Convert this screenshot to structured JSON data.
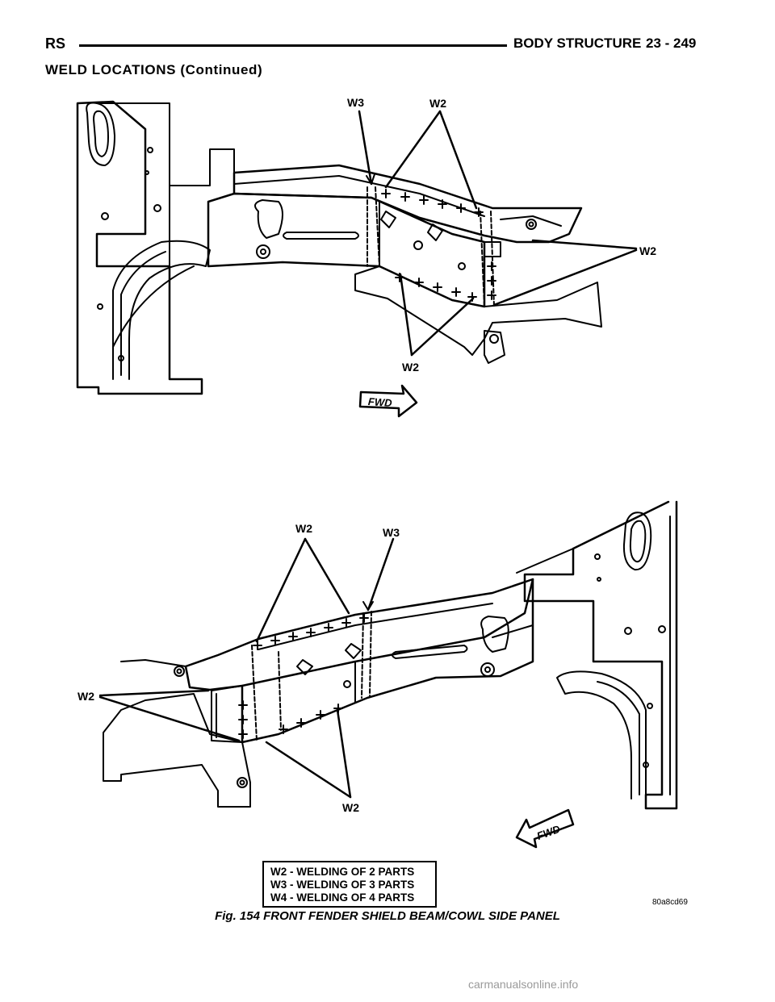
{
  "header": {
    "left": "RS",
    "section": "BODY STRUCTURE",
    "page": "23 - 249"
  },
  "subheading": "WELD LOCATIONS (Continued)",
  "figure1": {
    "labels": {
      "w3_top": "W3",
      "w2_top": "W2",
      "w2_right": "W2",
      "w2_bottom": "W2"
    },
    "fwd": "FWD"
  },
  "figure2": {
    "labels": {
      "w2_top": "W2",
      "w3_top": "W3",
      "w2_left": "W2",
      "w2_bottom": "W2"
    },
    "fwd": "FWD"
  },
  "legend": [
    "W2 - WELDING OF 2 PARTS",
    "W3 - WELDING OF 3 PARTS",
    "W4 - WELDING OF 4 PARTS"
  ],
  "figure_id": "80a8cd69",
  "caption": "Fig. 154 FRONT FENDER SHIELD BEAM/COWL SIDE PANEL",
  "footer": "carmanualsonline.info"
}
